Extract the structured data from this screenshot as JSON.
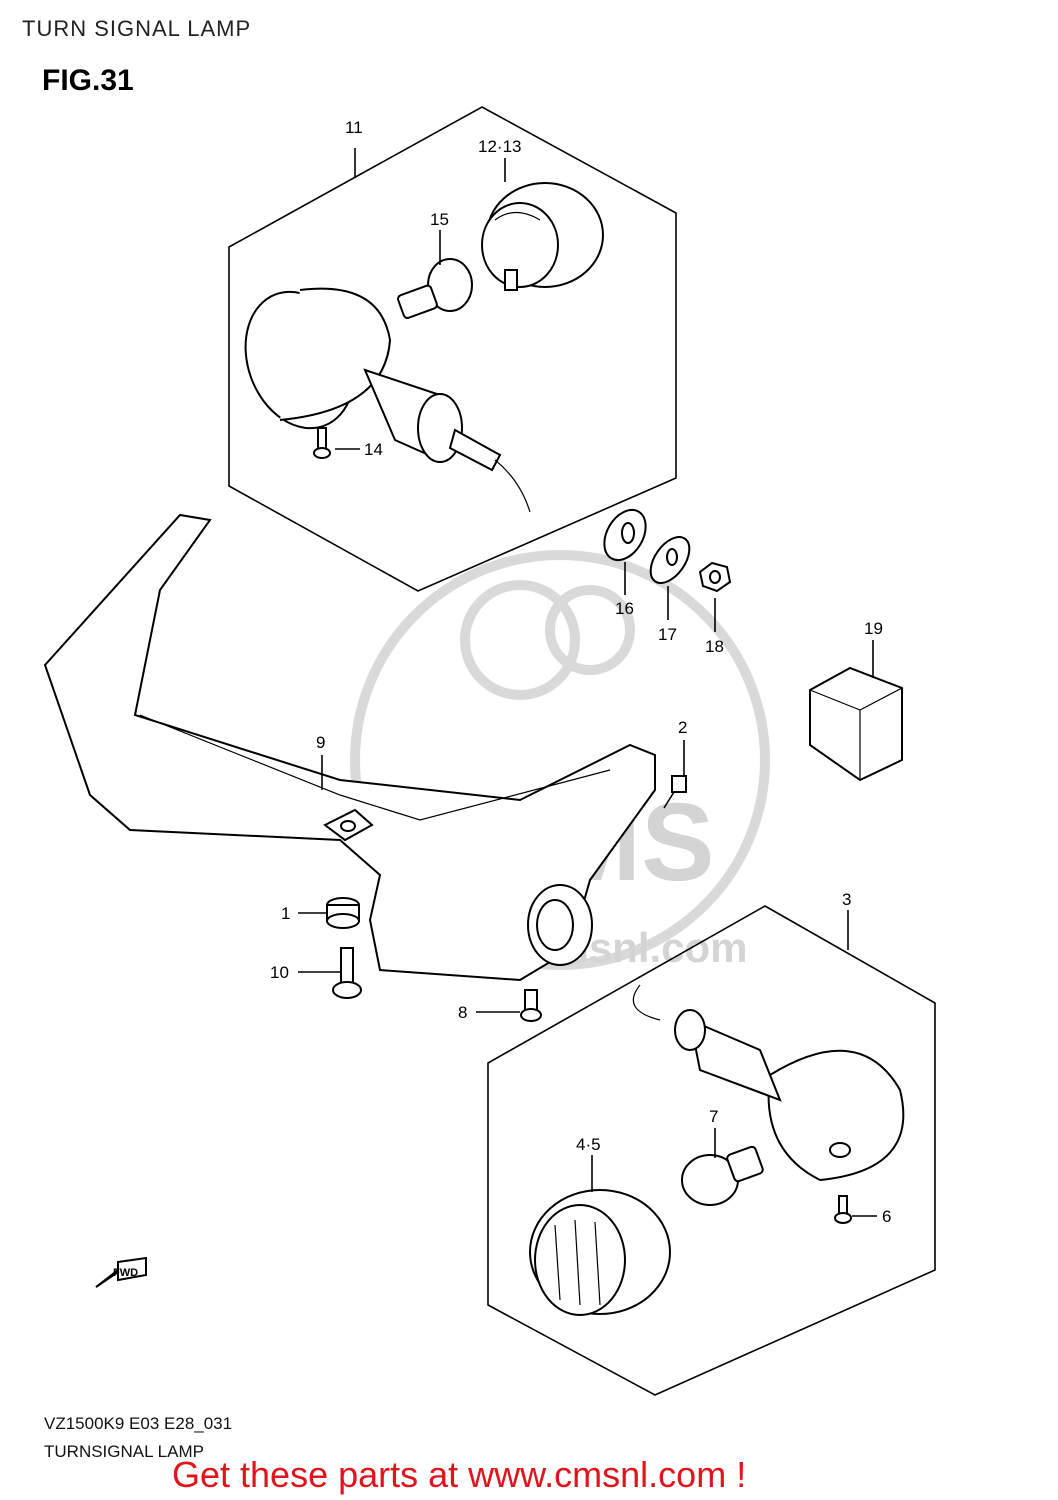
{
  "header": {
    "title": "TURN SIGNAL LAMP",
    "figure": "FIG.31"
  },
  "watermark": {
    "text": "CMS",
    "url": "www.cmsnl.com"
  },
  "callouts": {
    "p1": "1",
    "p2": "2",
    "p3": "3",
    "p4_5": "4·5",
    "p6": "6",
    "p7": "7",
    "p8": "8",
    "p9": "9",
    "p10": "10",
    "p11": "11",
    "p12_13": "12·13",
    "p14": "14",
    "p15": "15",
    "p16": "16",
    "p17": "17",
    "p18": "18",
    "p19": "19"
  },
  "fwd_arrow": {
    "label": "FWD"
  },
  "footer": {
    "model_code": "VZ1500K9 E03 E28_031",
    "diagram_name": "TURNSIGNAL LAMP",
    "promo": "Get these parts at www.cmsnl.com !"
  }
}
